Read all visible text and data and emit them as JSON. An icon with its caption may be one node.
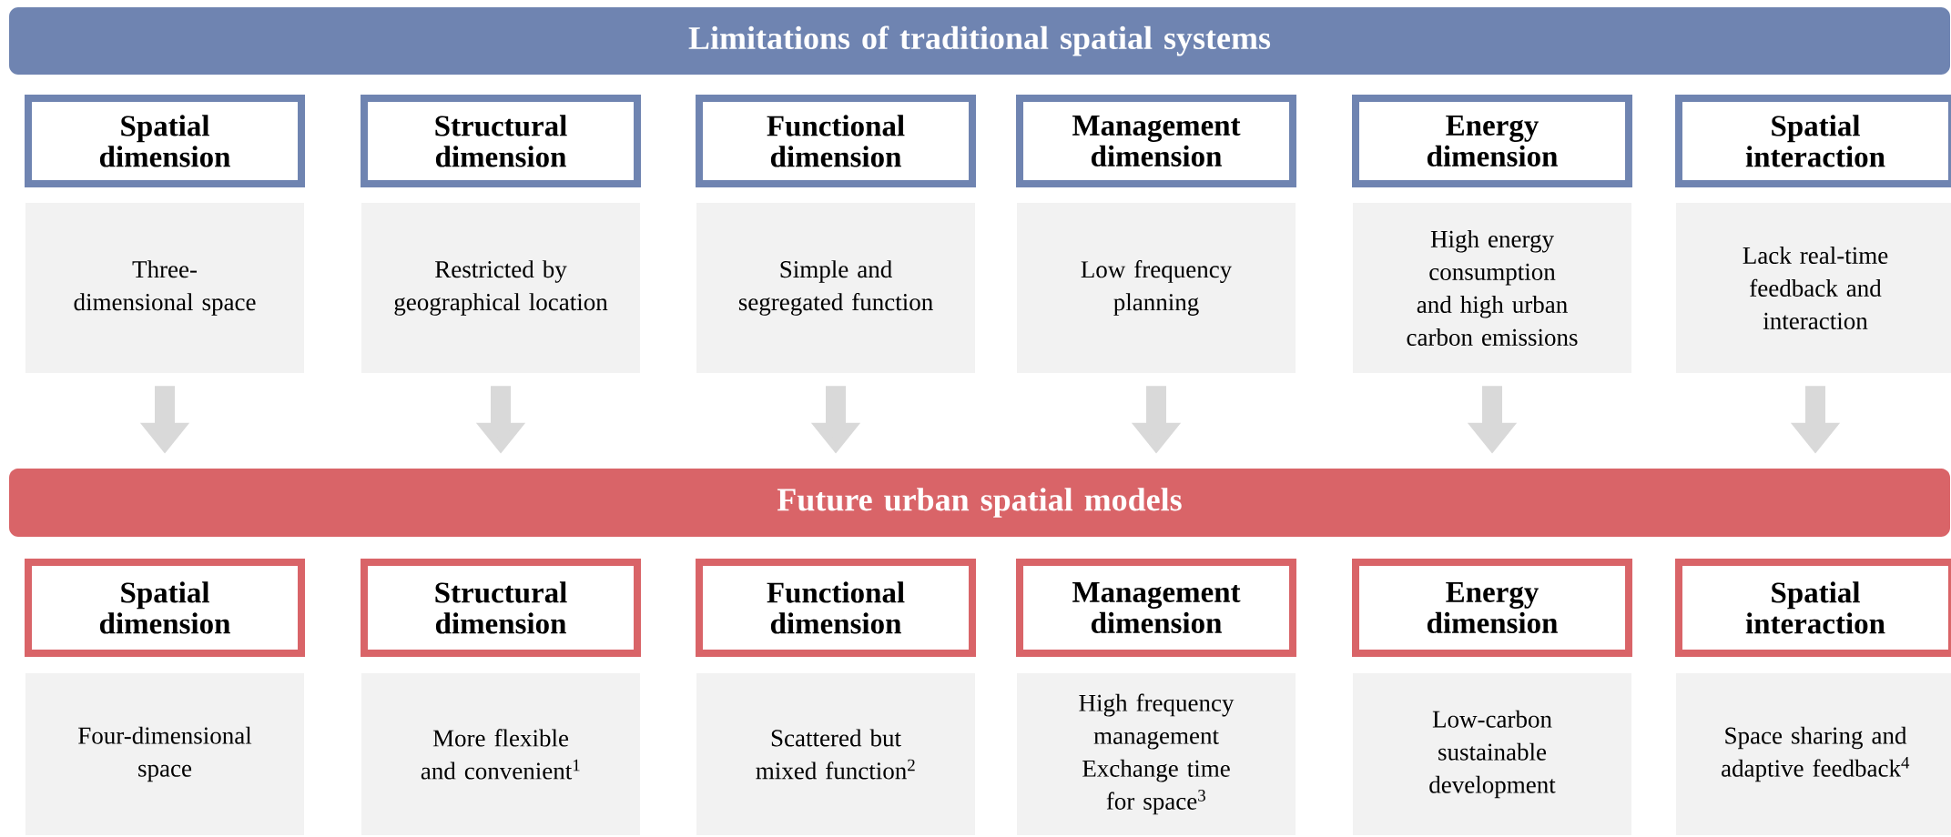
{
  "diagram": {
    "nodes": [
      {
        "text": [
          "Limitations of traditional spatial systems"
        ]
      },
      {
        "text": [
          "Spatial dimension"
        ]
      },
      {
        "text": [
          "Structural dimension"
        ]
      },
      {
        "text": [
          "Functional dimension"
        ]
      },
      {
        "text": [
          "Management dimension"
        ]
      },
      {
        "text": [
          "Energy dimension"
        ]
      },
      {
        "text": [
          "Spatial interaction"
        ]
      },
      {
        "text": [
          "Three-dimensional space"
        ]
      },
      {
        "text": [
          "Restricted by geographical location"
        ]
      },
      {
        "text": [
          "Simple and segregated function"
        ]
      },
      {
        "text": [
          "Low frequency planning"
        ]
      },
      {
        "text": [
          "High energy consumption and high urban carbon emissions"
        ]
      },
      {
        "text": [
          "Lack real-time feedback and interaction"
        ]
      },
      {
        "text": [
          "Future urban spatial models"
        ]
      },
      {
        "text": [
          "Spatial dimension"
        ]
      },
      {
        "text": [
          "Structural dimension"
        ]
      },
      {
        "text": [
          "Functional dimension"
        ]
      },
      {
        "text": [
          "Management dimension"
        ]
      },
      {
        "text": [
          "Energy dimension"
        ]
      },
      {
        "text": [
          "Spatial interaction"
        ]
      },
      {
        "text": [
          "Four-dimensional space"
        ]
      },
      {
        "text": [
          "More flexible and convenient$^{1}$"
        ]
      },
      {
        "text": [
          "Scattered but mixed function$^{2}$"
        ]
      },
      {
        "text": [
          "High frequency management Exchange time for space$^{3}$"
        ]
      },
      {
        "text": [
          "Low-carbon sustainable development"
        ]
      },
      {
        "text": [
          "Space sharing and adaptive feedback$^{4}$"
        ]
      }
    ],
    "edges": [
      {
        "from": 7,
        "to": 13,
        "arrow": "to"
      },
      {
        "from": 8,
        "to": 13,
        "arrow": "to"
      },
      {
        "from": 9,
        "to": 13,
        "arrow": "to"
      },
      {
        "from": 10,
        "to": 13,
        "arrow": "to"
      },
      {
        "from": 11,
        "to": 13,
        "arrow": "to"
      },
      {
        "from": 12,
        "to": 13,
        "arrow": "to"
      }
    ]
  }
}
